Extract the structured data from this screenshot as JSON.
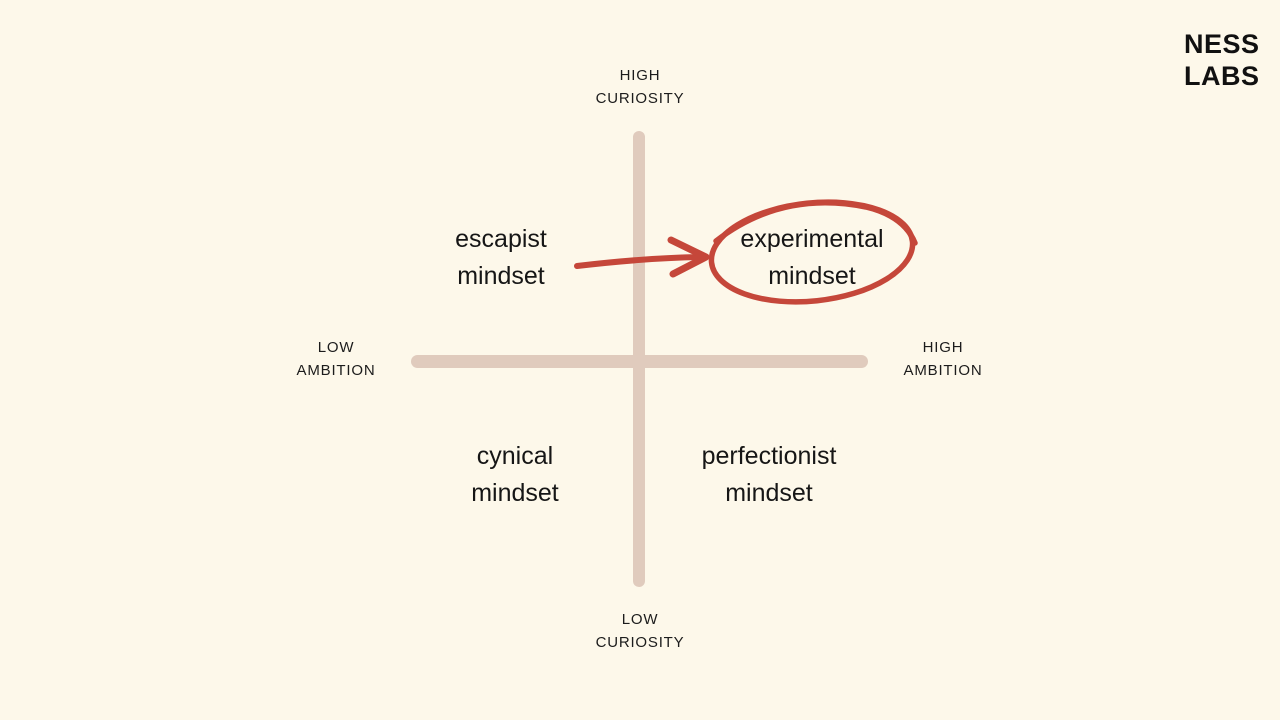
{
  "background_color": "#fdf8ea",
  "brand": {
    "line1": "NESS",
    "line2": "LABS"
  },
  "diagram": {
    "type": "quadrant-matrix",
    "axis_color": "#e0cbbd",
    "text_color": "#1c1c1c",
    "annotation_color": "#c5473a",
    "axes": {
      "top_label": {
        "line1": "HIGH",
        "line2": "CURIOSITY"
      },
      "bottom_label": {
        "line1": "LOW",
        "line2": "CURIOSITY"
      },
      "left_label": {
        "line1": "LOW",
        "line2": "AMBITION"
      },
      "right_label": {
        "line1": "HIGH",
        "line2": "AMBITION"
      }
    },
    "quadrants": {
      "top_left": {
        "line1": "escapist",
        "line2": "mindset"
      },
      "top_right": {
        "line1": "experimental",
        "line2": "mindset",
        "highlighted": true
      },
      "bottom_left": {
        "line1": "cynical",
        "line2": "mindset"
      },
      "bottom_right": {
        "line1": "perfectionist",
        "line2": "mindset"
      }
    }
  }
}
